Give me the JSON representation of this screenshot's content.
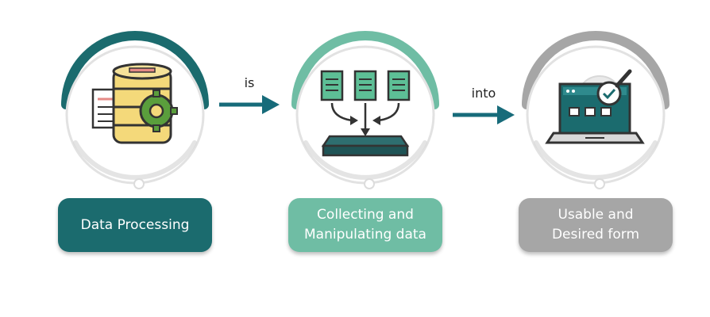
{
  "colors": {
    "dark_teal": "#1b6b6e",
    "light_teal": "#6fbda4",
    "gray": "#a6a6a6",
    "arrow": "#176b7a",
    "db_yellow": "#f4d97a",
    "gear_green": "#5a9e3c",
    "doc_green": "#5dbf96"
  },
  "steps": [
    {
      "label_lines": [
        "Data Processing"
      ],
      "icon": "database-gear-icon"
    },
    {
      "label_lines": [
        "Collecting and",
        "Manipulating data"
      ],
      "icon": "documents-to-tray-icon"
    },
    {
      "label_lines": [
        "Usable and",
        "Desired form"
      ],
      "icon": "laptop-check-icon"
    }
  ],
  "connectors": [
    {
      "text": "is",
      "icon": "arrow-right-icon"
    },
    {
      "text": "into",
      "icon": "arrow-right-icon"
    }
  ]
}
